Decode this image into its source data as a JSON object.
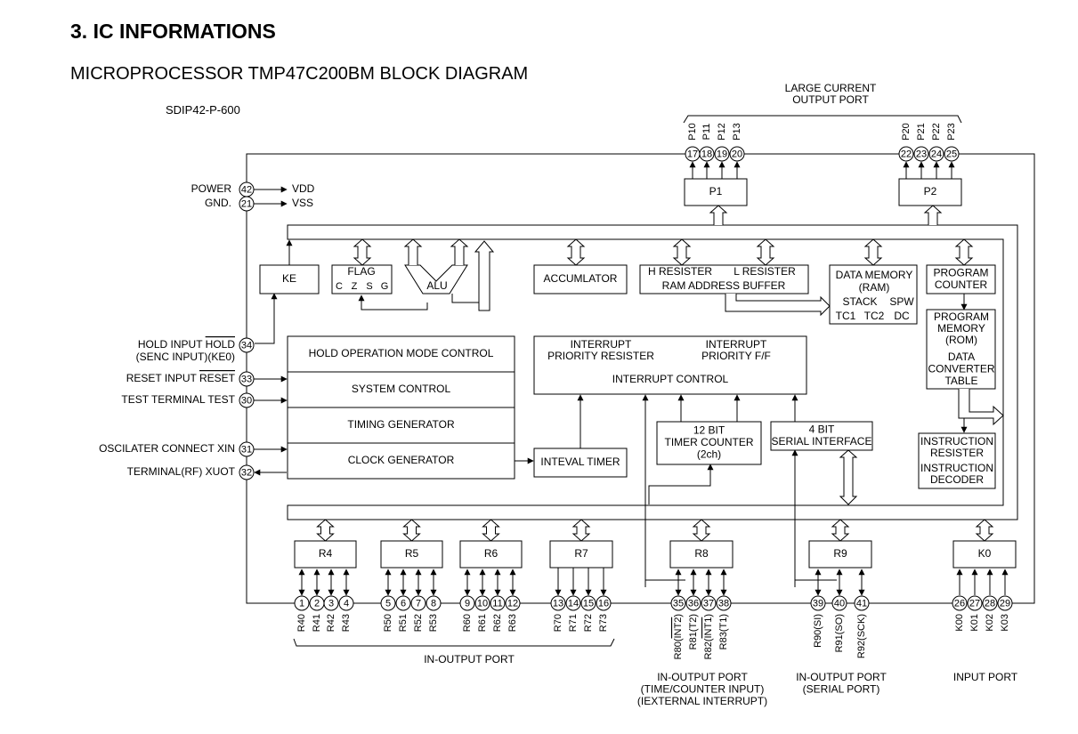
{
  "header": {
    "section_title": "3. IC INFORMATIONS",
    "diagram_title": "MICROPROCESSOR TMP47C200BM BLOCK DIAGRAM",
    "package": "SDIP42-P-600"
  },
  "top_group_label": [
    "LARGE CURRENT",
    "OUTPUT PORT"
  ],
  "ports_top": [
    {
      "name": "P1",
      "pins": [
        {
          "num": "17",
          "label": "P10"
        },
        {
          "num": "18",
          "label": "P11"
        },
        {
          "num": "19",
          "label": "P12"
        },
        {
          "num": "20",
          "label": "P13"
        }
      ]
    },
    {
      "name": "P2",
      "pins": [
        {
          "num": "22",
          "label": "P20"
        },
        {
          "num": "23",
          "label": "P21"
        },
        {
          "num": "24",
          "label": "P22"
        },
        {
          "num": "25",
          "label": "P23"
        }
      ]
    }
  ],
  "power_pins": [
    {
      "label": "POWER",
      "num": "42",
      "signal": "VDD"
    },
    {
      "label": "GND.",
      "num": "21",
      "signal": "VSS"
    }
  ],
  "left_pins": [
    {
      "label": "HOLD INPUT ",
      "overline": "HOLD",
      "label2": "(SENC INPUT)(KE0)",
      "num": "34"
    },
    {
      "label": "RESET INPUT ",
      "overline": "RESET",
      "num": "33"
    },
    {
      "label": "TEST  TERMINAL TEST",
      "num": "30"
    },
    {
      "label": "OSCILATER CONNECT XIN",
      "num": "31"
    },
    {
      "label": "TERMINAL(RF) XUOT",
      "num": "32"
    }
  ],
  "blocks": {
    "ke": "KE",
    "flag": "FLAG",
    "flag_bits": [
      "C",
      "Z",
      "S",
      "G"
    ],
    "alu": "ALU",
    "accumulator": "ACCUMLATOR",
    "h_register": "H RESISTER",
    "l_register": "L RESISTER",
    "ram_address_buffer": "RAM ADDRESS BUFFER",
    "data_memory": [
      "DATA MEMORY",
      "(RAM)"
    ],
    "stack": "STACK",
    "spw": "SPW",
    "tc1": "TC1",
    "tc2": "TC2",
    "dc": "DC",
    "program_counter": [
      "PROGRAM",
      "COUNTER"
    ],
    "program_memory": [
      "PROGRAM",
      "MEMORY",
      "(ROM)"
    ],
    "data_converter_table": [
      "DATA",
      "CONVERTER",
      "TABLE"
    ],
    "instruction_register": [
      "INSTRUCTION",
      "RESISTER"
    ],
    "instruction_decoder": [
      "INSTRUCTION",
      "DECODER"
    ],
    "hold_operation": "HOLD OPERATION MODE CONTROL",
    "system_control": "SYSTEM CONTROL",
    "timing_generator": "TIMING GENERATOR",
    "clock_generator": "CLOCK GENERATOR",
    "interval_timer": "INTEVAL TIMER",
    "interrupt_priority_register": [
      "INTERRUPT",
      "PRIORITY RESISTER"
    ],
    "interrupt_priority_ff": [
      "INTERRUPT",
      "PRIORITY F/F"
    ],
    "interrupt_control": "INTERRUPT CONTROL",
    "timer_counter": [
      "12 BIT",
      "TIMER COUNTER",
      "(2ch)"
    ],
    "serial_interface": [
      "4 BIT",
      "SERIAL INTERFACE"
    ]
  },
  "ports_bottom": [
    {
      "name": "R4",
      "pins": [
        {
          "num": "1",
          "label": "R40"
        },
        {
          "num": "2",
          "label": "R41"
        },
        {
          "num": "3",
          "label": "R42"
        },
        {
          "num": "4",
          "label": "R43"
        }
      ]
    },
    {
      "name": "R5",
      "pins": [
        {
          "num": "5",
          "label": "R50"
        },
        {
          "num": "6",
          "label": "R51"
        },
        {
          "num": "7",
          "label": "R52"
        },
        {
          "num": "8",
          "label": "R53"
        }
      ]
    },
    {
      "name": "R6",
      "pins": [
        {
          "num": "9",
          "label": "R60"
        },
        {
          "num": "10",
          "label": "R61"
        },
        {
          "num": "11",
          "label": "R62"
        },
        {
          "num": "12",
          "label": "R63"
        }
      ]
    },
    {
      "name": "R7",
      "pins": [
        {
          "num": "13",
          "label": "R70"
        },
        {
          "num": "14",
          "label": "R71"
        },
        {
          "num": "15",
          "label": "R72"
        },
        {
          "num": "16",
          "label": "R73"
        }
      ]
    },
    {
      "name": "R8",
      "pins": [
        {
          "num": "35",
          "label": "R80(INT2)"
        },
        {
          "num": "36",
          "label": "R81(T2)"
        },
        {
          "num": "37",
          "label": "R82(INT1)"
        },
        {
          "num": "38",
          "label": "R83(T1)"
        }
      ]
    },
    {
      "name": "R9",
      "pins": [
        {
          "num": "39",
          "label": "R90(SI)"
        },
        {
          "num": "40",
          "label": "R91(SO)"
        },
        {
          "num": "41",
          "label": "R92(SCK)"
        }
      ]
    },
    {
      "name": "K0",
      "pins": [
        {
          "num": "26",
          "label": "K00"
        },
        {
          "num": "27",
          "label": "K01"
        },
        {
          "num": "28",
          "label": "K02"
        },
        {
          "num": "29",
          "label": "K03"
        }
      ]
    }
  ],
  "bottom_group_labels": [
    {
      "lines": [
        "IN-OUTPUT PORT"
      ]
    },
    {
      "lines": [
        "IN-OUTPUT PORT",
        "(TIME/COUNTER INPUT)",
        "(IEXTERNAL INTERRUPT)"
      ]
    },
    {
      "lines": [
        "IN-OUTPUT PORT",
        "(SERIAL PORT)"
      ]
    },
    {
      "lines": [
        "INPUT PORT"
      ]
    }
  ]
}
